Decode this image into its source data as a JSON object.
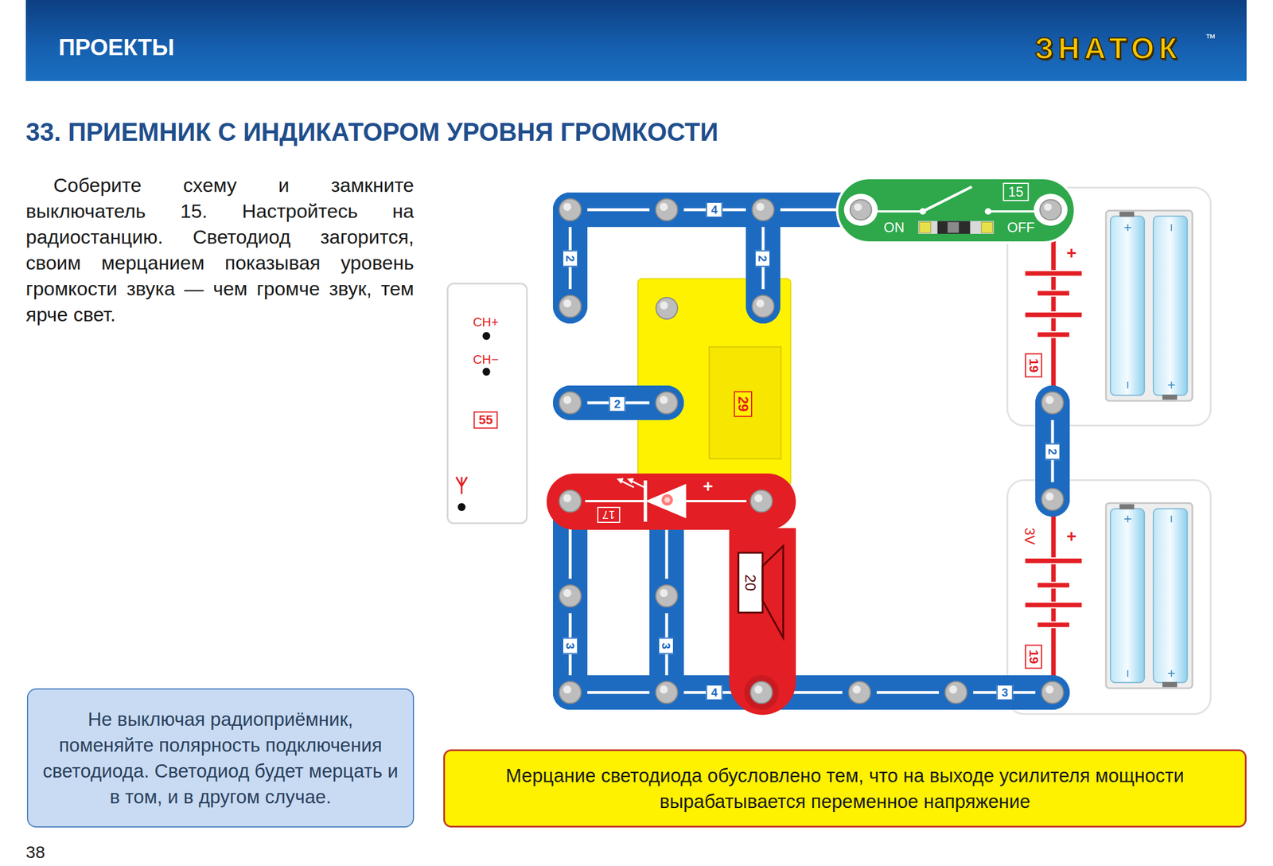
{
  "diagram": {
    "title": "33. ПРИЕМНИК С ИНДИКАТОРОМ УРОВНЯ ГРОМКОСТИ",
    "nodes": [
      {
        "text": [
          "ПРОЕКТЫ",
          "ЗНАТОК",
          "™"
        ]
      },
      {
        "text": [
          "2"
        ]
      },
      {
        "text": [
          "4"
        ]
      },
      {
        "text": [
          "2"
        ]
      },
      {
        "text": [
          "15",
          "ON",
          "OFF"
        ]
      },
      {
        "text": [
          "+",
          "+",
          "−",
          "19",
          "−",
          "+"
        ]
      },
      {
        "text": [
          "CH+",
          "CH−",
          "55"
        ]
      },
      {
        "text": [
          "29"
        ]
      },
      {
        "text": [
          "2"
        ]
      },
      {
        "text": [
          "2"
        ]
      },
      {
        "text": [
          "+",
          "17"
        ]
      },
      {
        "text": [
          "20"
        ]
      },
      {
        "text": [
          "3V",
          "+",
          "+",
          "−",
          "19",
          "−",
          "+"
        ]
      },
      {
        "text": [
          "3"
        ]
      },
      {
        "text": [
          "3"
        ]
      },
      {
        "text": [
          "4"
        ]
      },
      {
        "text": [
          "3"
        ]
      },
      {
        "text": [
          "Не выключая радиоприёмник, поменяйте полярность подключения светодиода. Светодиод будет мерцать и в том, и в другом случае."
        ]
      },
      {
        "text": [
          "Мерцание светодиода обусловлено тем, что на выходе усилителя мощности вырабатывается переменное напряжение"
        ]
      }
    ],
    "labels": [
      "Соберите схему и замкните выключатель 15. Настройтесь на радиостанцию. Светодиод загорится, своим мерцанием показывая уровень громкости звука — чем громче звук, тем ярче свет.",
      "38"
    ]
  }
}
